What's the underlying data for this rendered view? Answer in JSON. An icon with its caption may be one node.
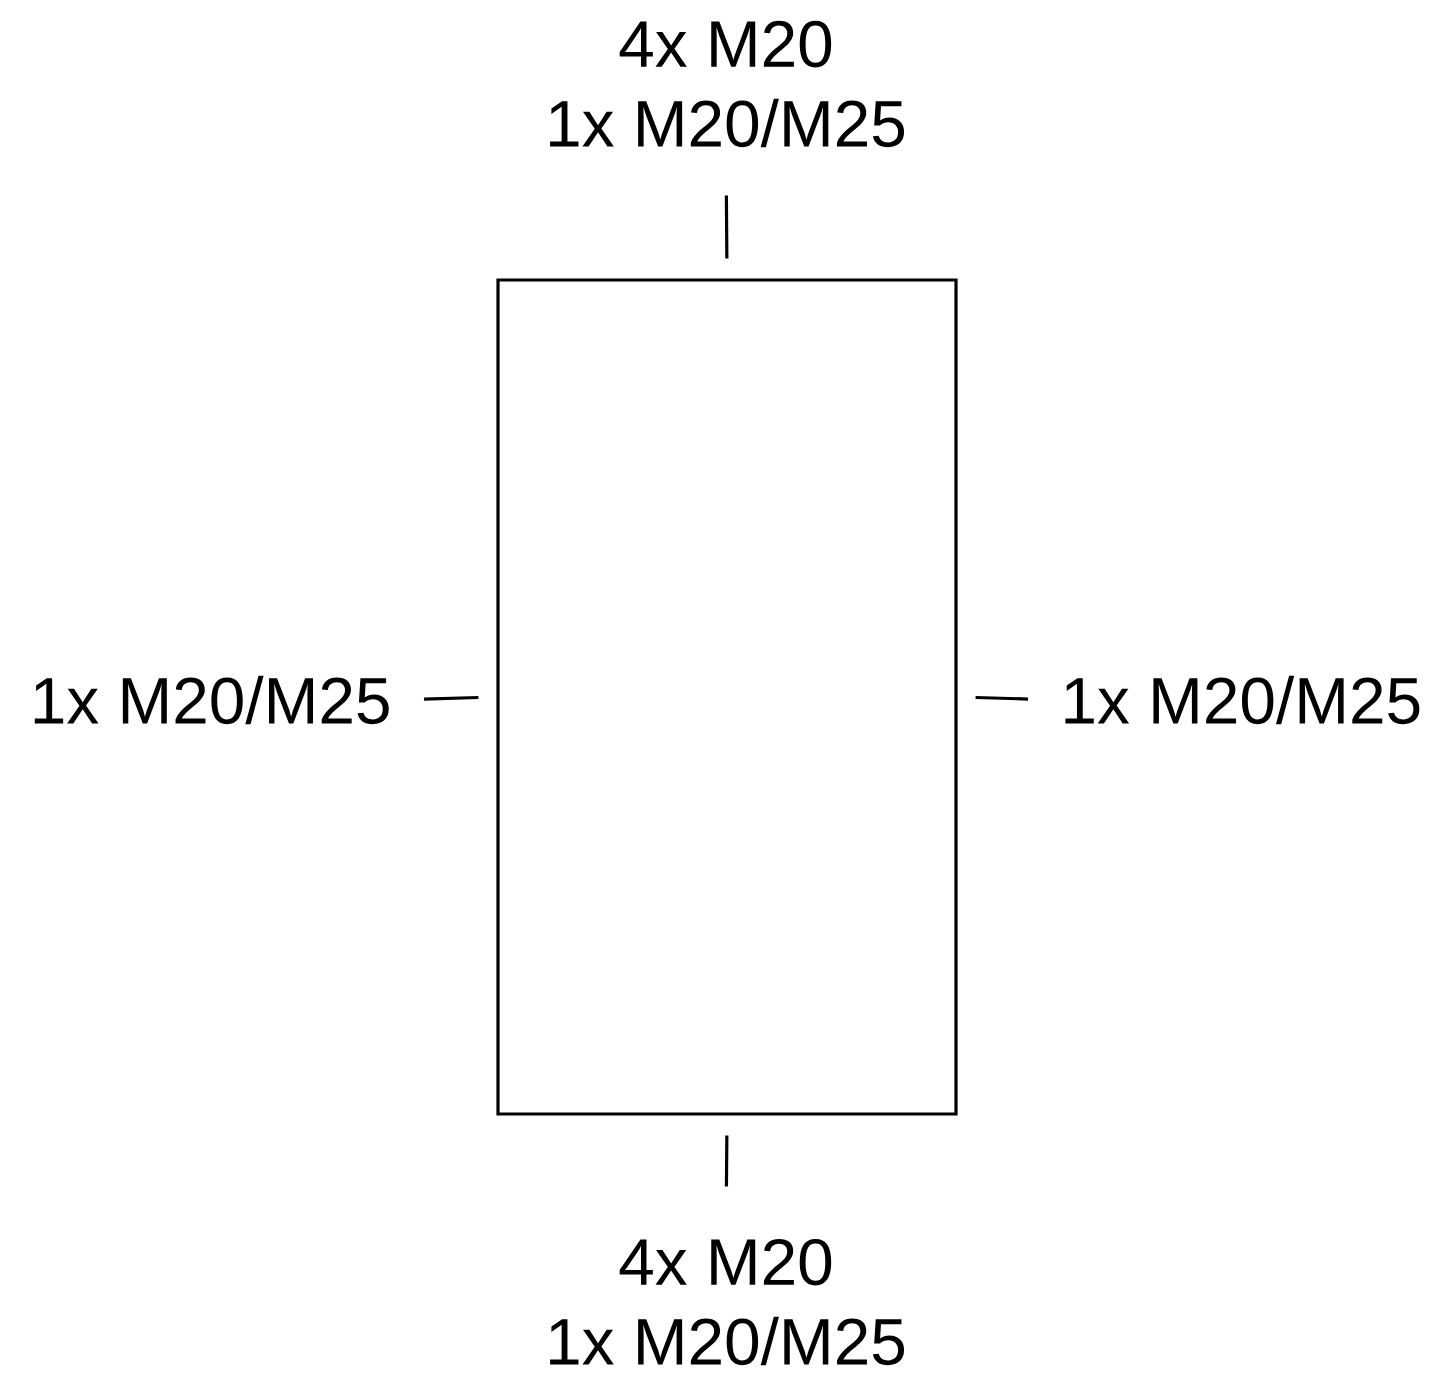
{
  "diagram": {
    "nodes": [
      {
        "text": [],
        "shape": "box"
      },
      {
        "text": [
          "4x M20",
          "1x M20/M25"
        ]
      },
      {
        "text": [
          "1x M20/M25"
        ]
      },
      {
        "text": [
          "1x M20/M25"
        ]
      },
      {
        "text": [
          "4x M20",
          "1x M20/M25"
        ]
      }
    ],
    "edges": [
      {
        "from": 1,
        "to": 0,
        "arrow": "none"
      },
      {
        "from": 2,
        "to": 0,
        "arrow": "none"
      },
      {
        "from": 3,
        "to": 0,
        "arrow": "none"
      },
      {
        "from": 4,
        "to": 0,
        "arrow": "none"
      }
    ]
  }
}
